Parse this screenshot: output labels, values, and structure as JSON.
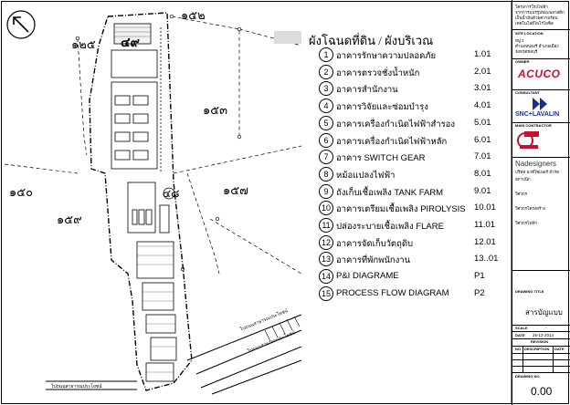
{
  "plot_labels": {
    "p152": "๑๕๒",
    "p125": "๑๒๕",
    "p49": "๔๙",
    "p153": "๑๕๓",
    "p150": "๑๕๐",
    "p159": "๑๕๙",
    "p48": "๔๘",
    "p157": "๑๕๗"
  },
  "road_label_right": "ไปถนนสาธารณประโยชน์",
  "road_label_right_2": "ไปถนนสาธารณประโยชน์",
  "road_label_left": "ไปถนนสาธารณประโยชน์",
  "legend": {
    "title": "ผังโฉนดที่ดิน / ผังบริเวณ",
    "items": [
      {
        "num": "1",
        "label": "อาคารรักษาความปลอดภัย",
        "code": "1.01"
      },
      {
        "num": "2",
        "label": "อาคารตรวจชั่งน้ำหนัก",
        "code": "2.01"
      },
      {
        "num": "3",
        "label": "อาคารสำนักงาน",
        "code": "3.01"
      },
      {
        "num": "4",
        "label": "อาคารวิจัยและซ่อมบำรุง",
        "code": "4.01"
      },
      {
        "num": "5",
        "label": "อาคารเครื่องกำเนิดไฟฟ้าสำรอง",
        "code": "5.01"
      },
      {
        "num": "6",
        "label": "อาคารเครื่องกำเนิดไฟฟ้าหลัก",
        "code": "6.01"
      },
      {
        "num": "7",
        "label": "อาคาร SWITCH GEAR",
        "code": "7.01"
      },
      {
        "num": "8",
        "label": "หม้อแปลงไฟฟ้า",
        "code": "8.01"
      },
      {
        "num": "9",
        "label": "ถังเก็บเชื้อเพลิง TANK FARM",
        "code": "9.01"
      },
      {
        "num": "10",
        "label": "อาคารเตรียมเชื้อเพลิง PIROLYSIS",
        "code": "10.01"
      },
      {
        "num": "11",
        "label": "ปล่องระบายเชื้อเพลิง FLARE",
        "code": "11.01"
      },
      {
        "num": "12",
        "label": "อาคารจัดเก็บวัตถุดิบ",
        "code": "12.01"
      },
      {
        "num": "13",
        "label": "อาคารที่พักพนักงาน",
        "code": "13..01"
      },
      {
        "num": "14",
        "label": "P&I DIAGRAME",
        "code": "P1"
      },
      {
        "num": "15",
        "label": "PROCESS FLOW DIAGRAM",
        "code": "P2"
      }
    ]
  },
  "title_block": {
    "project_line1": "โครงการโรงไฟฟ้า",
    "project_line2": "จากการแปรรูปขยะพลาสติก",
    "project_line3": "เป็นน้ำมันด้วยความร้อน",
    "project_line4": "เทคโนโลยีไพโรไลซิส",
    "site_location_head": "SITE LOCATION",
    "site_line1": "หมู่ 1",
    "site_line2": "ตำบลหนองรี อำเภอเมือง",
    "site_line3": "จังหวัดชลบุรี",
    "owner_head": "OWNER",
    "owner_logo": "ACUCO",
    "consultant_head": "CONSULTANT",
    "consultant_logo": "SNC+LAVALIN",
    "main_contractor_head": "MAIN CONTRACTOR",
    "designer_logo": "Nadesigners",
    "designer_line1": "บริษัท นาดีไซเนอร์ จำกัด",
    "designer_line2": "สถาปนิก",
    "designer_line3": "วิศวกร",
    "signature1": "วิศวกรโครงสร้าง",
    "signature2": "วิศวกรไฟฟ้า",
    "drawing_title_head": "DRAWING TITLE",
    "drawing_title": "สารบัญแบบ",
    "scale_label": "SCALE",
    "scale_value": "-",
    "date_label": "DATE",
    "date_value": "25-12-2014",
    "revision_label": "REVISION",
    "rev_no": "NO.",
    "rev_desc": "DESCRIPTION",
    "rev_date": "DATE",
    "drawing_no_label": "DRAWING NO.",
    "drawing_no_value": "0.00"
  }
}
